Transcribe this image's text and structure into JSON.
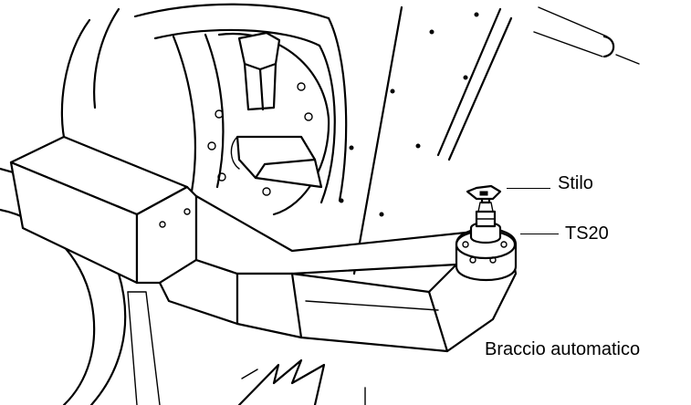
{
  "labels": {
    "stylus": "Stilo",
    "probe": "TS20",
    "arm": "Braccio automatico"
  }
}
